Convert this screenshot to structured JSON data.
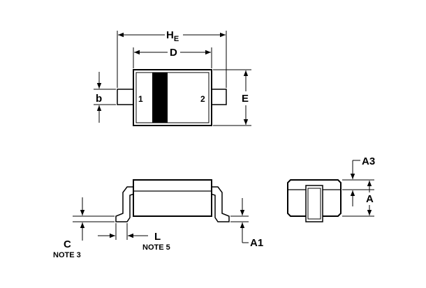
{
  "top_view": {
    "dim_he": "H",
    "dim_he_sub": "E",
    "dim_d": "D",
    "dim_e": "E",
    "dim_b": "b",
    "pin1": "1",
    "pin2": "2"
  },
  "side_view": {
    "dim_c": "C",
    "note_c": "NOTE 3",
    "dim_l": "L",
    "note_l": "NOTE 5",
    "dim_a1": "A1"
  },
  "end_view": {
    "dim_a3": "A3",
    "dim_a": "A"
  }
}
